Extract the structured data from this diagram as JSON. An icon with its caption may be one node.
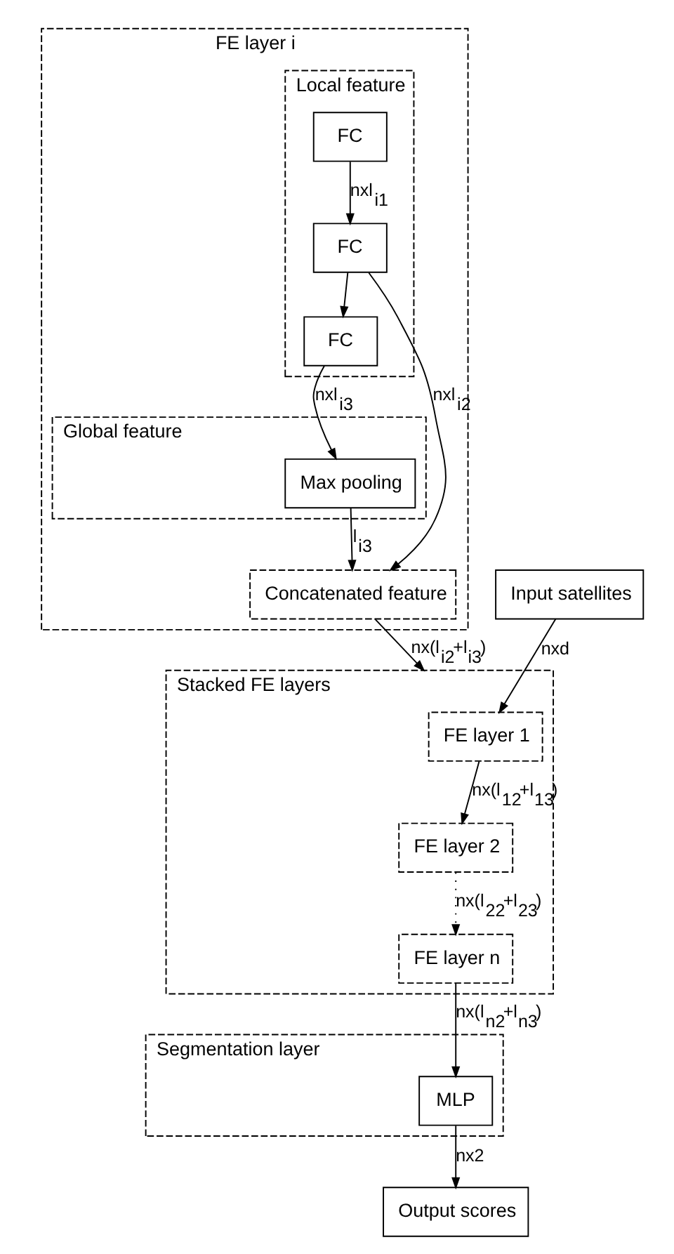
{
  "diagram": {
    "nodes": [
      {
        "text": [
          "FE layer i"
        ]
      },
      {
        "text": [
          "Local feature"
        ],
        "in": 0
      },
      {
        "text": [
          "FC"
        ],
        "in": 1
      },
      {
        "text": [
          "FC"
        ],
        "in": 1
      },
      {
        "text": [
          "FC"
        ],
        "in": 1
      },
      {
        "text": [
          "Global feature"
        ],
        "in": 0
      },
      {
        "text": [
          "Max pooling"
        ],
        "in": 5
      },
      {
        "text": [
          "Concatenated feature"
        ],
        "in": 0
      },
      {
        "text": [
          "Input satellites"
        ]
      },
      {
        "text": [
          "Stacked FE layers"
        ]
      },
      {
        "text": [
          "FE layer 1"
        ],
        "in": 9
      },
      {
        "text": [
          "FE layer 2"
        ],
        "in": 9
      },
      {
        "text": [
          "FE layer n"
        ],
        "in": 9
      },
      {
        "text": [
          "Segmentation layer"
        ]
      },
      {
        "text": [
          "MLP"
        ],
        "in": 13
      },
      {
        "text": [
          "Output scores"
        ]
      }
    ],
    "edges": [
      {
        "from": 2,
        "to": 3,
        "arrow": "to",
        "label": "nxl$_{i1}$"
      },
      {
        "from": 3,
        "to": 4,
        "arrow": "to"
      },
      {
        "from": 4,
        "to": 6,
        "arrow": "to",
        "label": "nxl$_{i3}$"
      },
      {
        "from": 3,
        "to": 7,
        "arrow": "to",
        "label": "nxl$_{i2}$"
      },
      {
        "from": 6,
        "to": 7,
        "arrow": "to",
        "label": "l$_{i3}$"
      },
      {
        "from": 7,
        "to": 9,
        "arrow": "to",
        "label": "nx(l$_{i2}$+l$_{i3}$)"
      },
      {
        "from": 8,
        "to": 10,
        "arrow": "to",
        "label": "nxd"
      },
      {
        "from": 10,
        "to": 11,
        "arrow": "to",
        "label": "nx(l$_{12}$+l$_{13}$)"
      },
      {
        "from": 11,
        "to": 12,
        "arrow": "to",
        "style": "dashed",
        "label": "nx(l$_{22}$+l$_{23}$)"
      },
      {
        "from": 12,
        "to": 14,
        "arrow": "to",
        "label": "nx(l$_{n2}$+l$_{n3}$)"
      },
      {
        "from": 14,
        "to": 15,
        "arrow": "to",
        "label": "nx2"
      }
    ]
  }
}
